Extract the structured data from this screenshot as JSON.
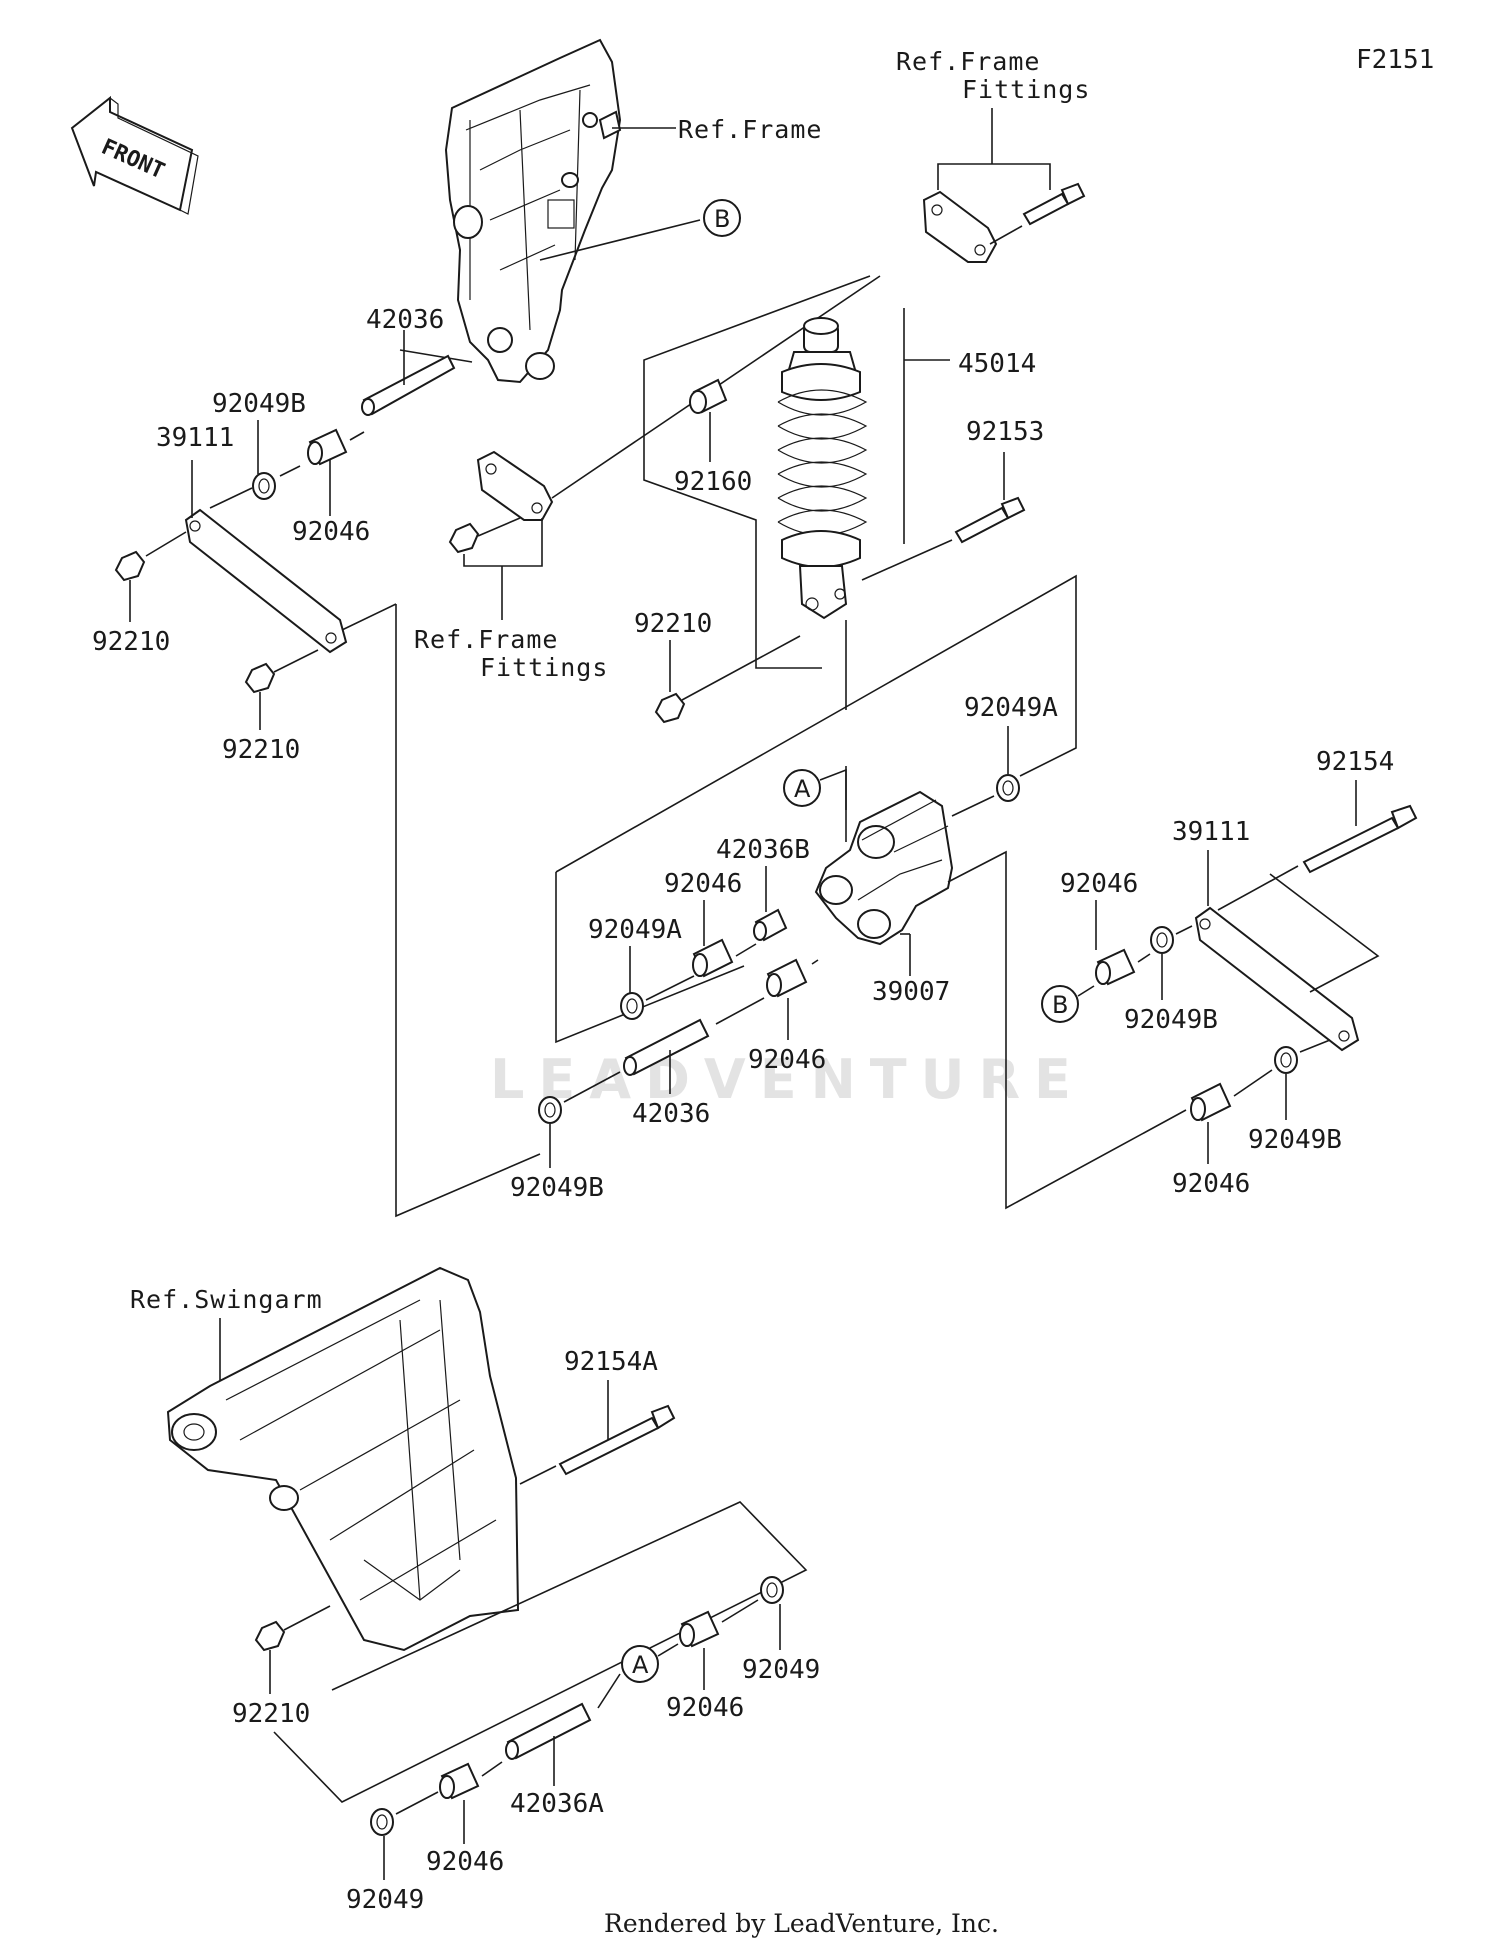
{
  "figure_code": "F2151",
  "front_marker": "FRONT",
  "watermark": "LEADVENTURE",
  "footer": "Rendered by LeadVenture, Inc.",
  "refs": {
    "frame": "Ref.Frame",
    "frame_fittings_top_1": "Ref.Frame",
    "frame_fittings_top_2": "Fittings",
    "frame_fittings_left_1": "Ref.Frame",
    "frame_fittings_left_2": "Fittings",
    "swingarm": "Ref.Swingarm"
  },
  "callouts": {
    "a": "A",
    "b": "B"
  },
  "parts": {
    "p42036_top": "42036",
    "p92049B_top": "92049B",
    "p39111_left": "39111",
    "p92046_left": "92046",
    "p92210_left": "92210",
    "p92210_left_lower": "92210",
    "p45014": "45014",
    "p92160": "92160",
    "p92153": "92153",
    "p92210_mid": "92210",
    "p92049A_right": "92049A",
    "p42036B": "42036B",
    "p92046_mid": "92046",
    "p92049A_left": "92049A",
    "p39007": "39007",
    "p92046_mid_lower": "92046",
    "p42036_mid": "42036",
    "p92049B_mid": "92049B",
    "p92154": "92154",
    "p39111_right": "39111",
    "p92046_right": "92046",
    "p92049B_right": "92049B",
    "p92049B_right_lower": "92049B",
    "p92046_right_lower": "92046",
    "p92154A": "92154A",
    "p92210_bottom": "92210",
    "p92049_bottom_right": "92049",
    "p92046_bottom_right": "92046",
    "p42036A": "42036A",
    "p92046_bottom_left": "92046",
    "p92049_bottom_left": "92049"
  }
}
